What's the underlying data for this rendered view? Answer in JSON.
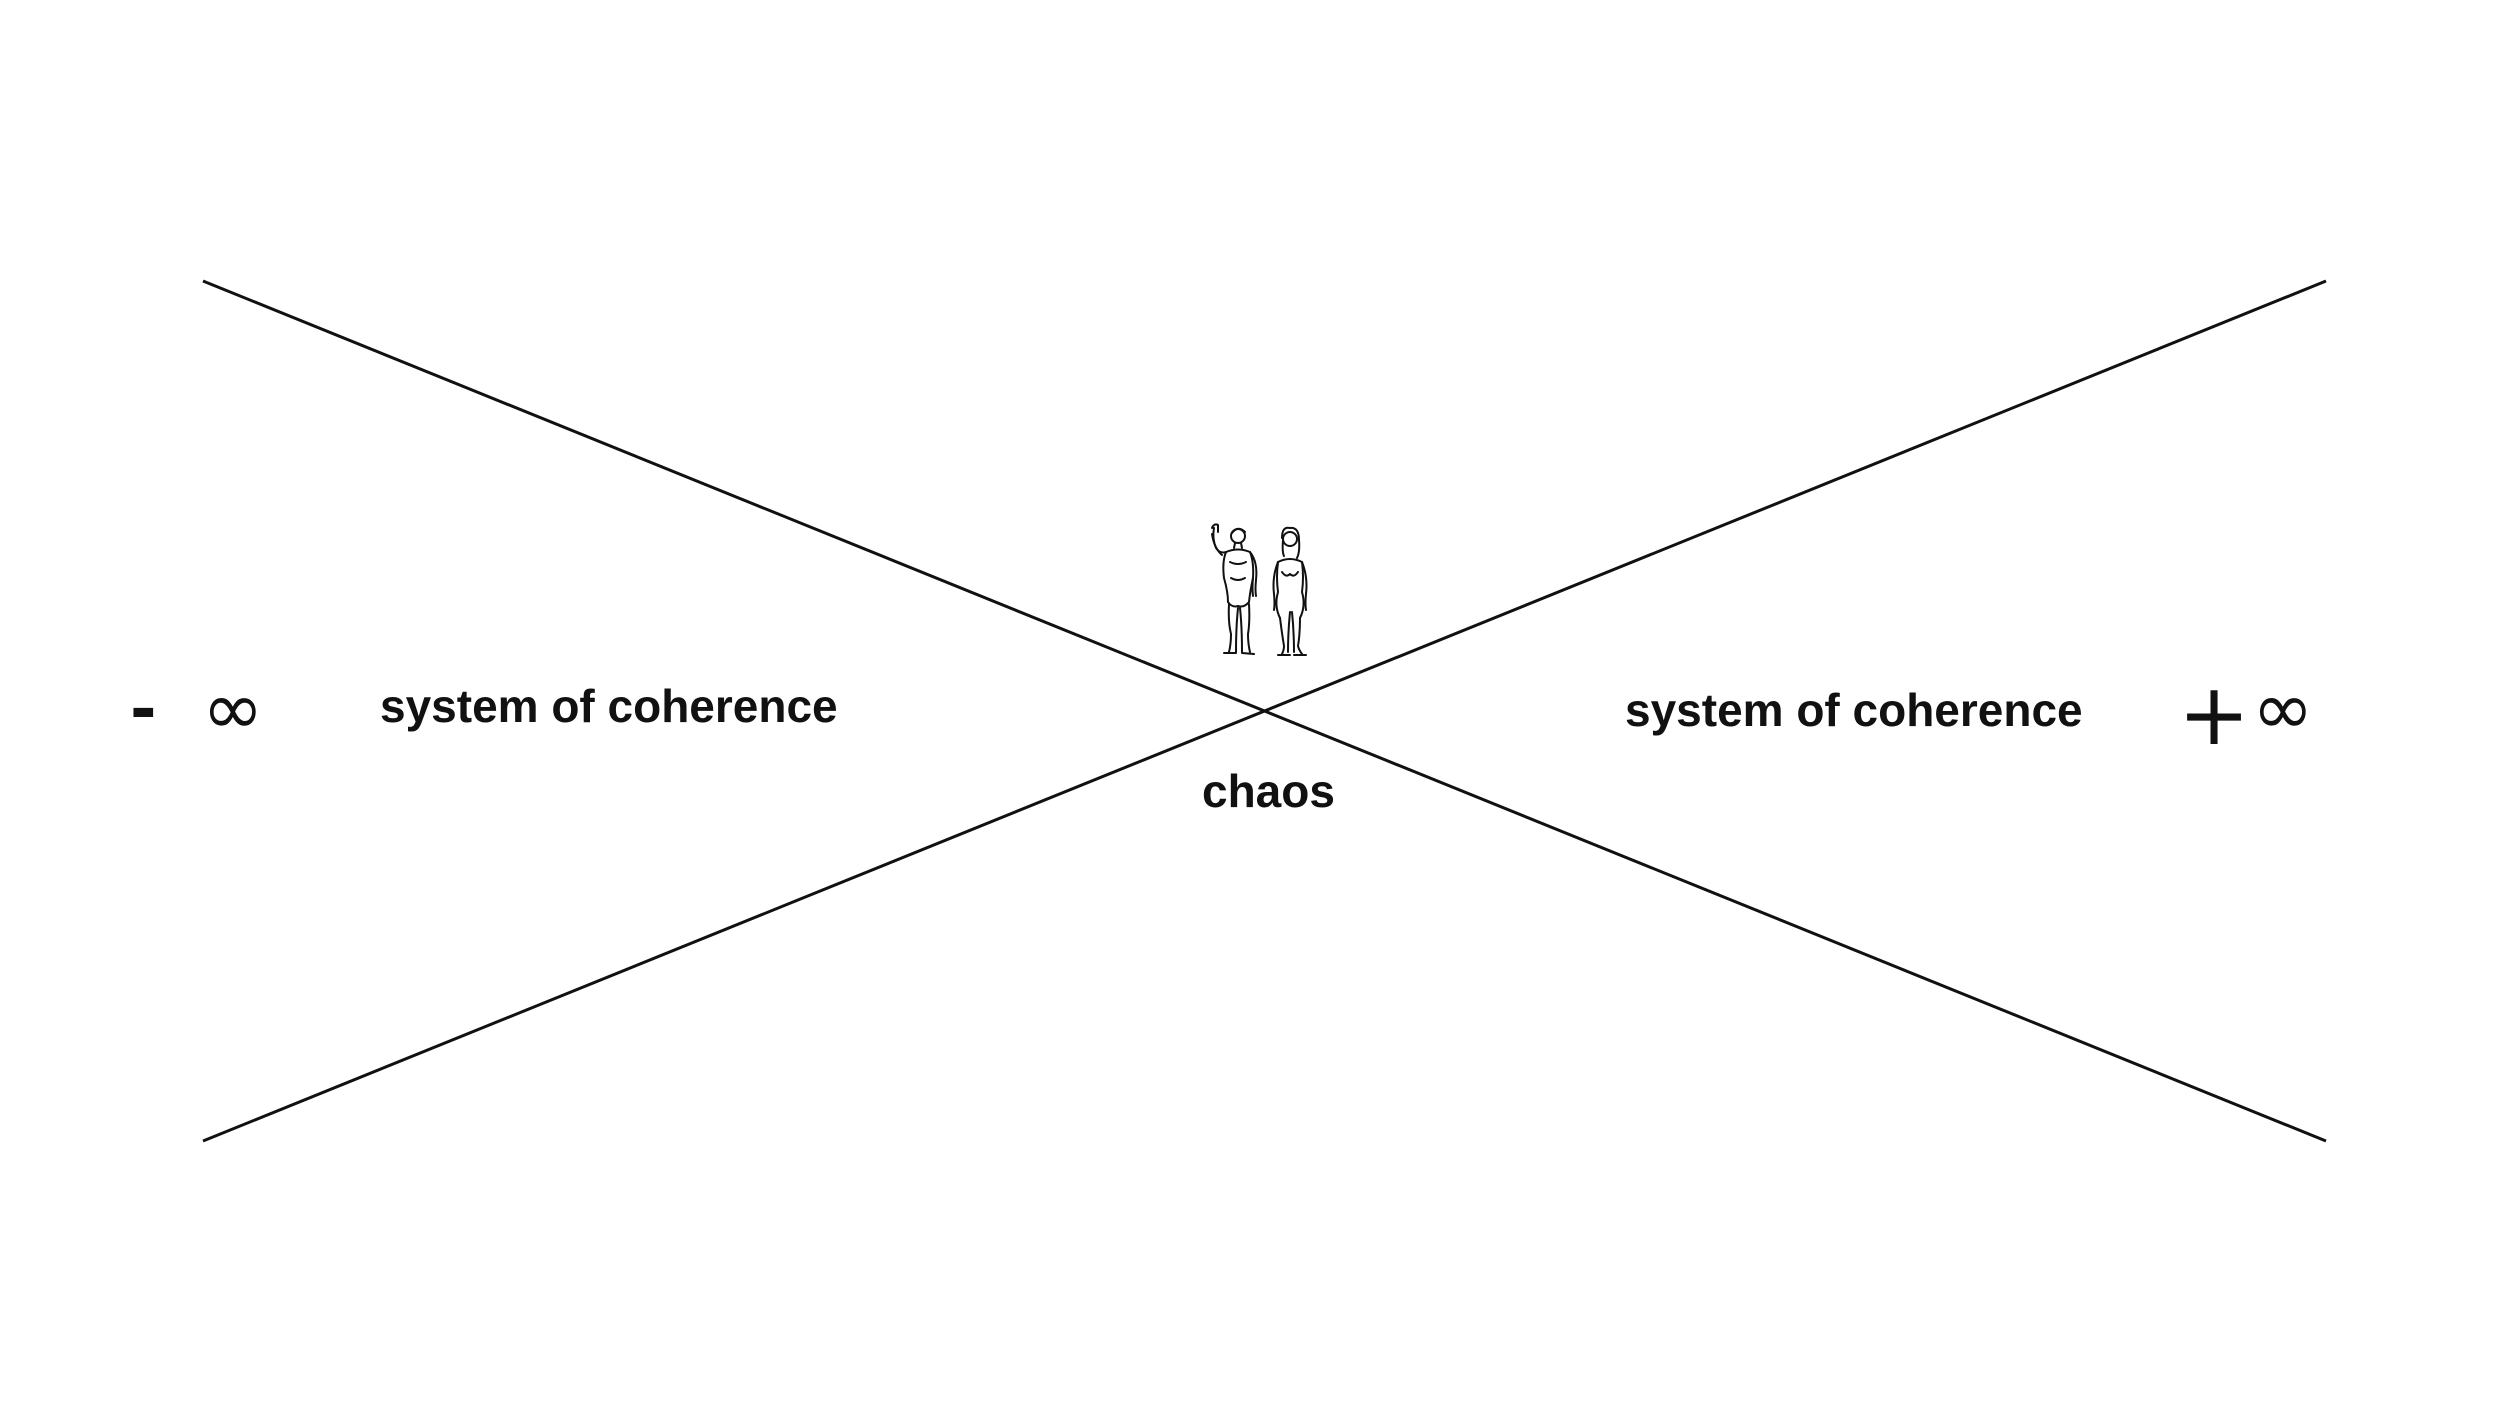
{
  "labels": {
    "left_system": "system of coherence",
    "right_system": "system of coherence",
    "center": "chaos"
  },
  "symbols": {
    "minus": "-",
    "plus": "+",
    "infinity": "∞"
  },
  "figure": {
    "description_icon": "human-figures-icon"
  },
  "colors": {
    "line": "#111111",
    "text": "#111111",
    "background": "#ffffff"
  }
}
